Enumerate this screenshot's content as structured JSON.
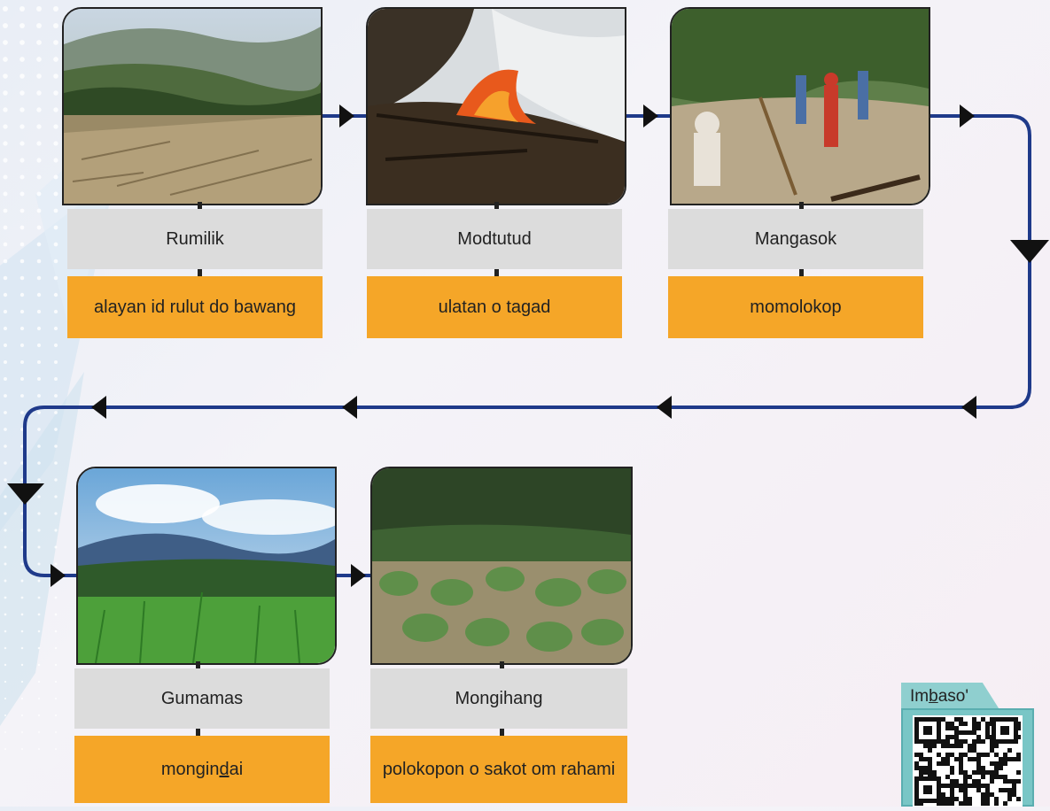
{
  "steps": [
    {
      "label": "Rumilik",
      "desc": "alayan id rulut do bawang"
    },
    {
      "label": "Modtutud",
      "desc": "ulatan o tagad"
    },
    {
      "label": "Mangasok",
      "desc": "momolokop"
    },
    {
      "label": "Gumamas",
      "desc_a": "mongin",
      "desc_u": "d",
      "desc_b": "ai"
    },
    {
      "label": "Mongihang",
      "desc": "polokopon o sakot om rahami"
    }
  ],
  "qr": {
    "label_a": "Im",
    "label_u": "b",
    "label_b": "aso'"
  },
  "colors": {
    "connector": "#1f3a8a",
    "arrow": "#111111",
    "label_bg": "#dcdcdc",
    "desc_bg": "#f5a628",
    "qr_frame": "#79c6c6"
  }
}
